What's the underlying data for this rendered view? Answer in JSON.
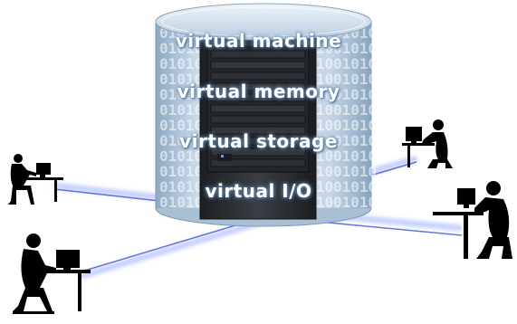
{
  "diagram": {
    "layers": [
      {
        "id": "vm",
        "label": "virtual machine"
      },
      {
        "id": "mem",
        "label": "virtual memory"
      },
      {
        "id": "storage",
        "label": "virtual storage"
      },
      {
        "id": "io",
        "label": "virtual I/O"
      }
    ],
    "binary_texture": "01010",
    "workstations": [
      {
        "id": "left-top"
      },
      {
        "id": "left-bottom"
      },
      {
        "id": "right-top"
      },
      {
        "id": "right-bottom"
      }
    ],
    "colors": {
      "cylinder": "#b7ccdf",
      "cylinder_edge": "#7f9ab5",
      "server": "#2a2d31",
      "link_glow": "#4d6fe0",
      "silhouette": "#000000"
    }
  }
}
